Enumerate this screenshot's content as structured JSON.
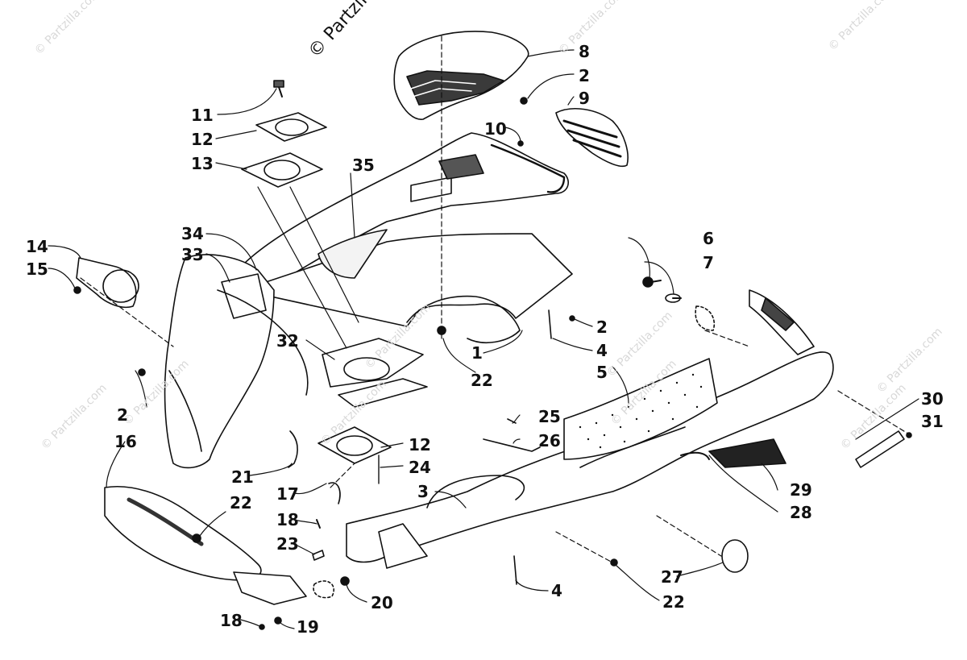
{
  "watermark_main": "© Partzilla.com",
  "watermark_small": "© Partzilla.com",
  "callouts": [
    "8",
    "2",
    "9",
    "10",
    "11",
    "12",
    "13",
    "35",
    "34",
    "33",
    "14",
    "15",
    "6",
    "7",
    "2",
    "4",
    "32",
    "1",
    "22",
    "5",
    "2",
    "16",
    "21",
    "12",
    "24",
    "25",
    "26",
    "3",
    "30",
    "31",
    "17",
    "18",
    "23",
    "22",
    "29",
    "28",
    "27",
    "4",
    "22",
    "20",
    "18",
    "19"
  ]
}
